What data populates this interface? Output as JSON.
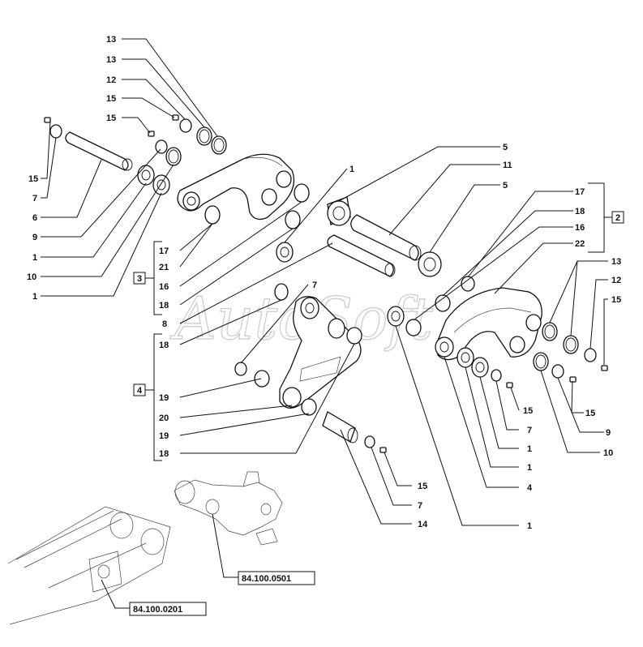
{
  "watermark": "AutoSoft",
  "callouts": [
    "13",
    "13",
    "12",
    "15",
    "15",
    "15",
    "7",
    "6",
    "9",
    "1",
    "10",
    "1",
    "1",
    "17",
    "21",
    "16",
    "18",
    "8",
    "18",
    "19",
    "20",
    "19",
    "18",
    "7",
    "5",
    "11",
    "5",
    "17",
    "18",
    "16",
    "22",
    "13",
    "12",
    "15",
    "15",
    "7",
    "1",
    "1",
    "4",
    "1",
    "9",
    "10",
    "15",
    "7",
    "14"
  ],
  "group_boxes": [
    "3",
    "4",
    "2"
  ],
  "references": [
    "84.100.0501",
    "84.100.0201"
  ]
}
